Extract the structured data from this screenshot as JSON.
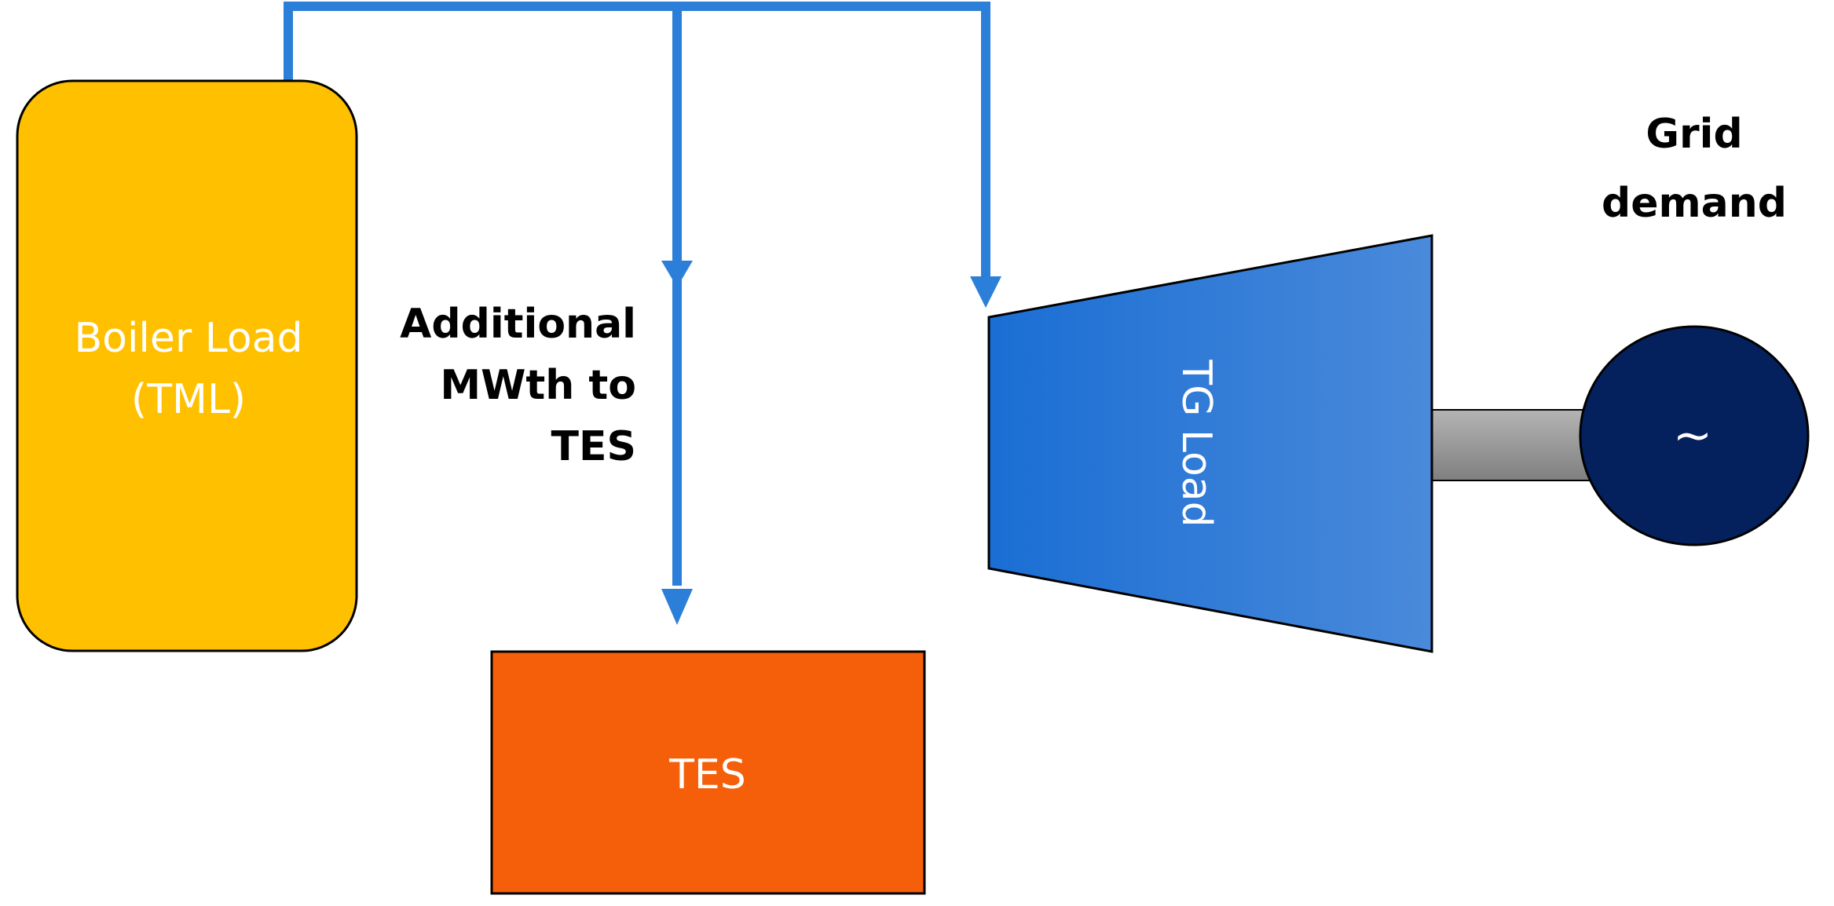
{
  "diagram": {
    "boiler": {
      "label_line1": "Boiler Load",
      "label_line2": "(TML)"
    },
    "flow_label": {
      "line1": "Additional",
      "line2": "MWth to",
      "line3": "TES"
    },
    "tes": {
      "label": "TES"
    },
    "turbine": {
      "label": "TG Load"
    },
    "generator": {
      "symbol": "~"
    },
    "grid": {
      "line1": "Grid",
      "line2": "demand"
    }
  },
  "colors": {
    "boiler": "#FFC000",
    "tes": "#F55F0A",
    "pipe": "#2C7FD8",
    "turbine_left": "#1A6ED4",
    "turbine_right": "#4A8ADA",
    "shaft_light": "#B4B4B4",
    "shaft_dark": "#7F7F7F",
    "generator": "#04215E"
  }
}
